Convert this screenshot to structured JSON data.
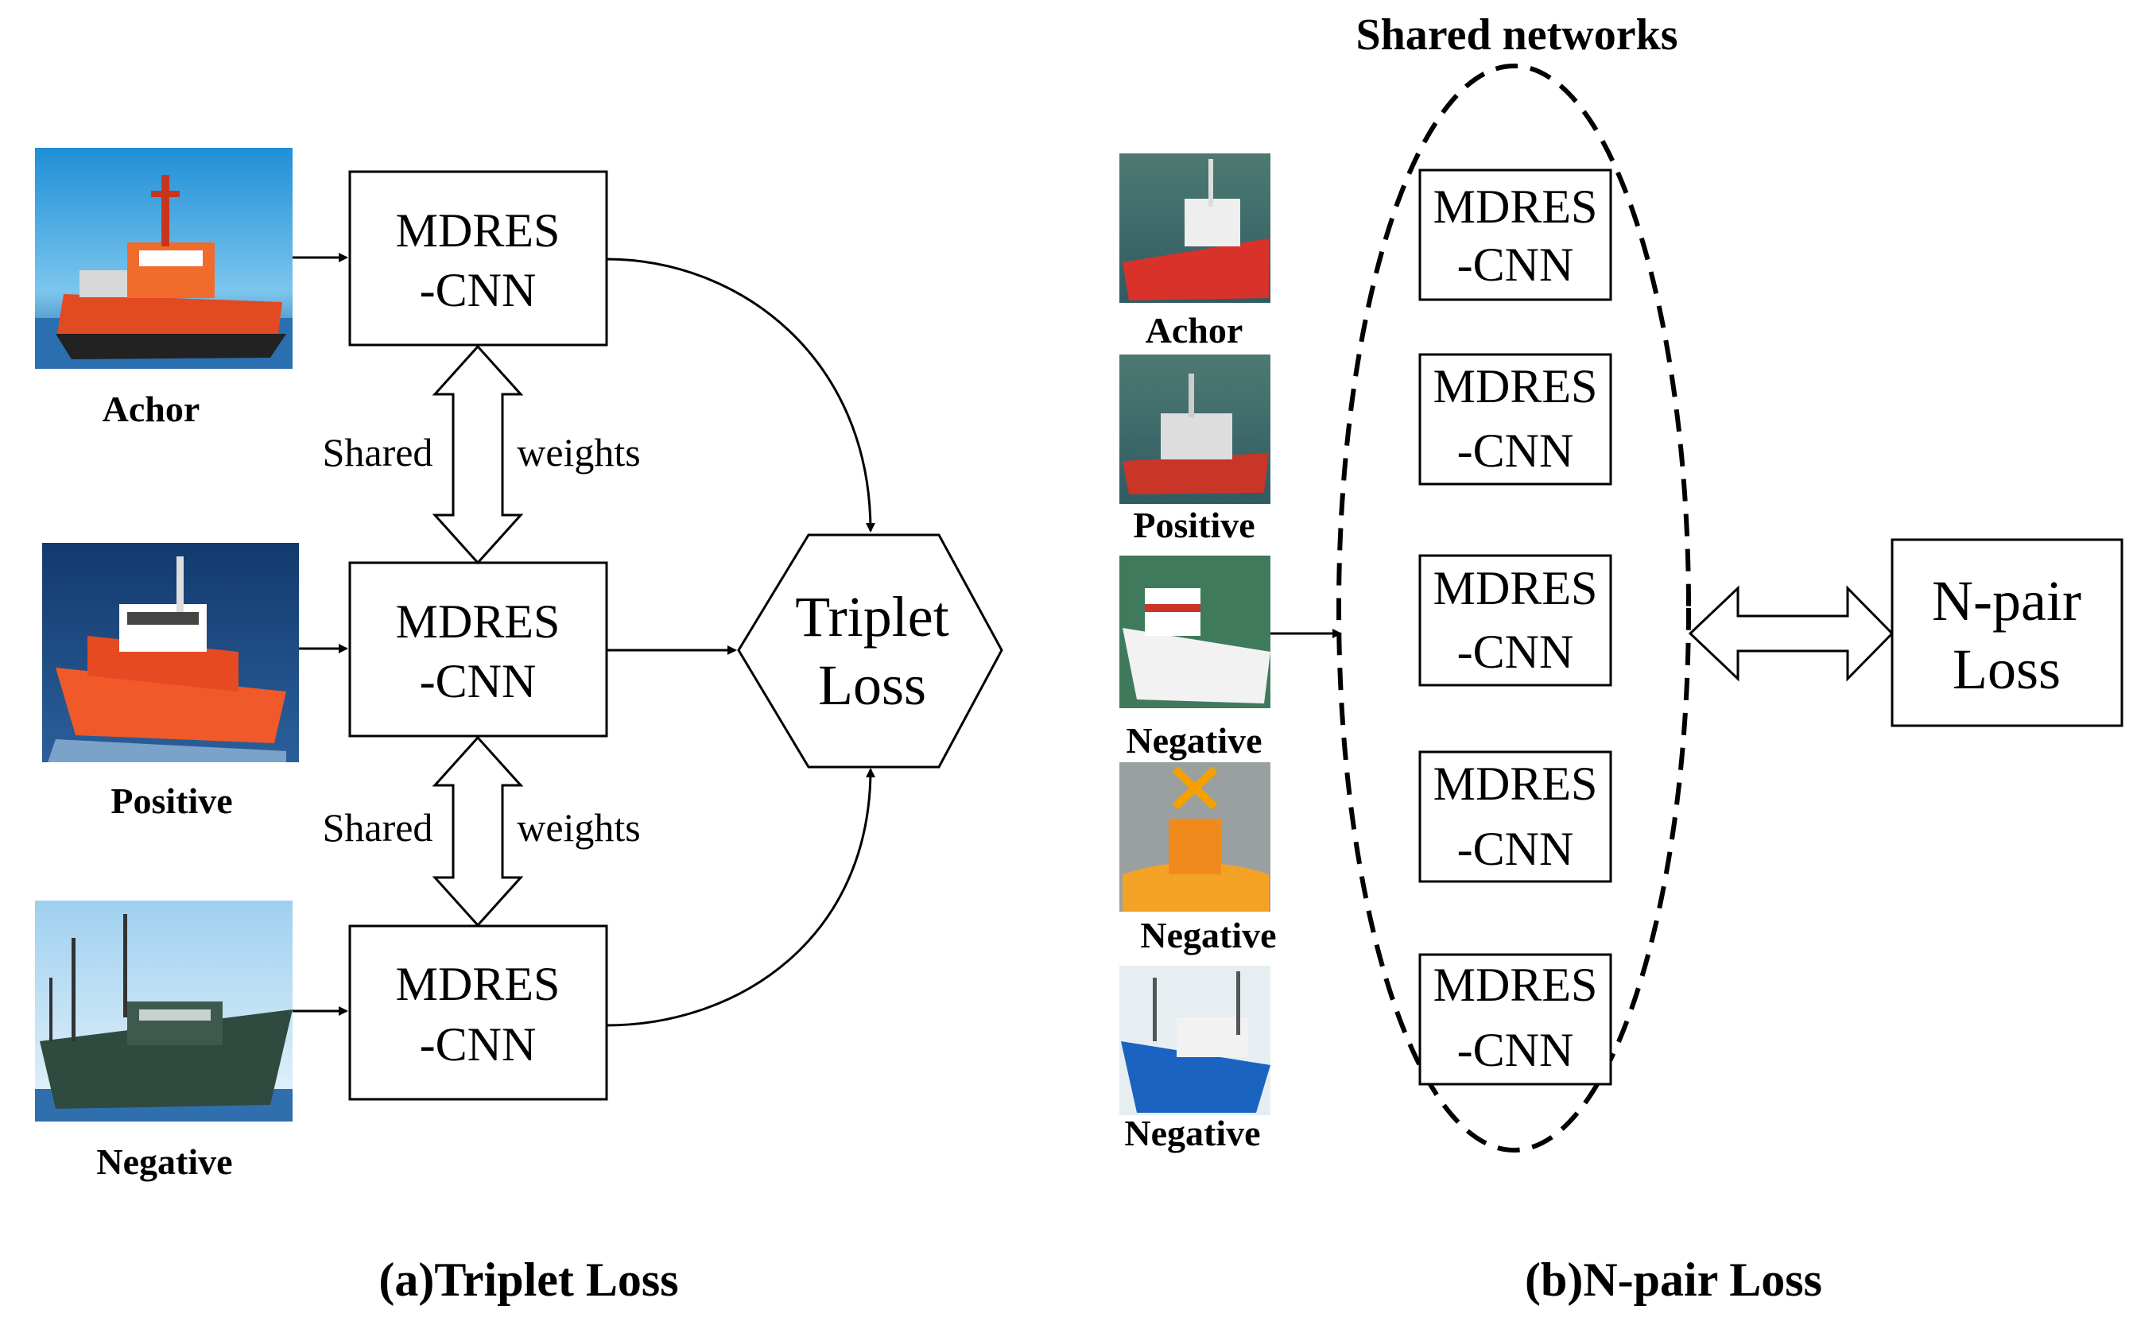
{
  "colors": {
    "sky": "#3aa6de",
    "sea": "#1d4f8a",
    "tug_red": "#e0442a",
    "buoy_orange": "#f4a225",
    "stroke": "#000000"
  },
  "panel_a": {
    "images": [
      {
        "label": "Achor",
        "icon": "tugboat-anchor-photo"
      },
      {
        "label": "Positive",
        "icon": "tugboat-positive-photo"
      },
      {
        "label": "Negative",
        "icon": "fishing-vessel-photo"
      }
    ],
    "networks": [
      {
        "line1": "MDRES",
        "line2": "-CNN"
      },
      {
        "line1": "MDRES",
        "line2": "-CNN"
      },
      {
        "line1": "MDRES",
        "line2": "-CNN"
      }
    ],
    "shared_links": [
      {
        "left": "Shared",
        "right": "weights"
      },
      {
        "left": "Shared",
        "right": "weights"
      }
    ],
    "loss": {
      "line1": "Triplet",
      "line2": "Loss"
    },
    "caption": "(a)Triplet Loss"
  },
  "panel_b": {
    "header": "Shared networks",
    "images": [
      {
        "label": "Achor",
        "icon": "tugboat-anchor-photo"
      },
      {
        "label": "Positive",
        "icon": "tugboat-positive-photo"
      },
      {
        "label": "Negative",
        "icon": "patrol-boat-photo"
      },
      {
        "label": "Negative",
        "icon": "buoy-photo"
      },
      {
        "label": "Negative",
        "icon": "blue-fishing-vessel-photo"
      }
    ],
    "networks": [
      {
        "line1": "MDRES",
        "line2": "-CNN"
      },
      {
        "line1": "MDRES",
        "line2": "-CNN"
      },
      {
        "line1": "MDRES",
        "line2": "-CNN"
      },
      {
        "line1": "MDRES",
        "line2": "-CNN"
      },
      {
        "line1": "MDRES",
        "line2": "-CNN"
      }
    ],
    "loss": {
      "line1": "N-pair",
      "line2": "Loss"
    },
    "caption": "(b)N-pair Loss"
  }
}
